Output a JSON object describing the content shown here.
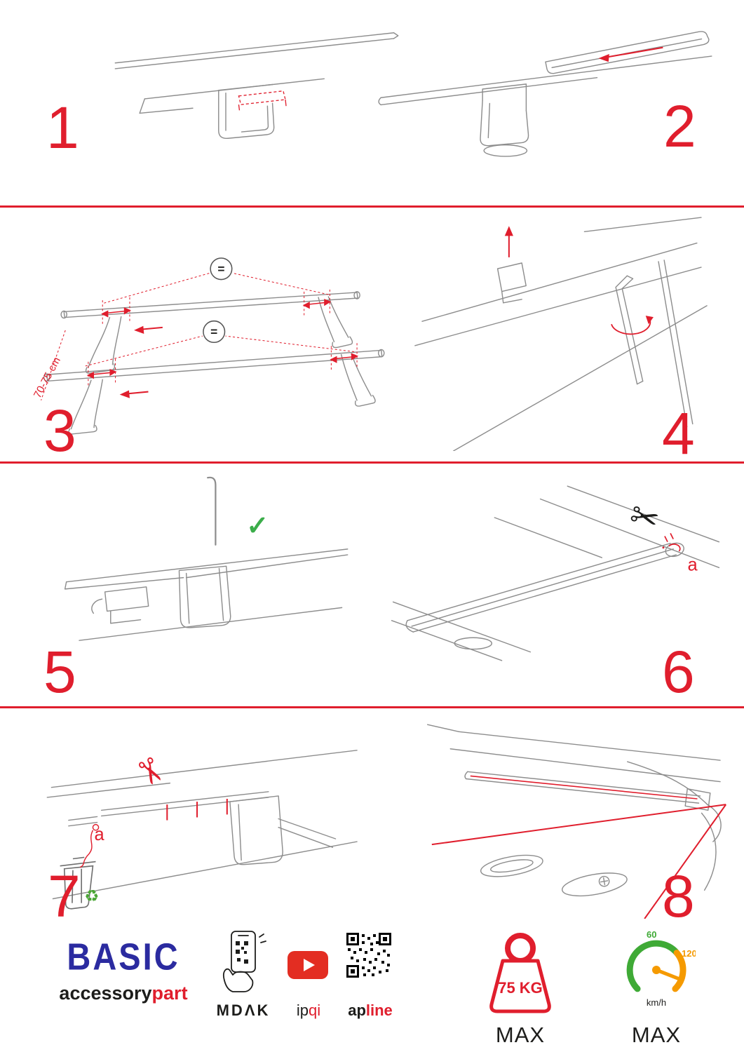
{
  "page": {
    "type": "roof-bar-assembly-instructions",
    "colors": {
      "accent_red": "#e01e2d",
      "brand_blue": "#2b2ba0",
      "check_green": "#3bad4a",
      "gauge_orange": "#f59a00"
    }
  },
  "steps": [
    {
      "number": "1"
    },
    {
      "number": "2"
    },
    {
      "number": "3",
      "dimension_label": "70-75 cm",
      "equal_sign": "="
    },
    {
      "number": "4"
    },
    {
      "number": "5"
    },
    {
      "number": "6",
      "part_label": "a"
    },
    {
      "number": "7",
      "part_label": "a"
    },
    {
      "number": "8"
    }
  ],
  "icons": {
    "scissors": "✂",
    "check": "✓",
    "recycle": "♻"
  },
  "footer": {
    "brand": "BASIC",
    "brand_sub_black": "accessory",
    "brand_sub_red": "part",
    "partner_mdak": "MDΛK",
    "partner_ipqi_black": "ip",
    "partner_ipqi_red": "qi",
    "partner_apline_black": "ap",
    "partner_apline_red": "line",
    "weight_value": "75 KG",
    "weight_max": "MAX",
    "speed_60": "60",
    "speed_120": "120",
    "speed_unit": "km/h",
    "speed_max": "MAX"
  }
}
